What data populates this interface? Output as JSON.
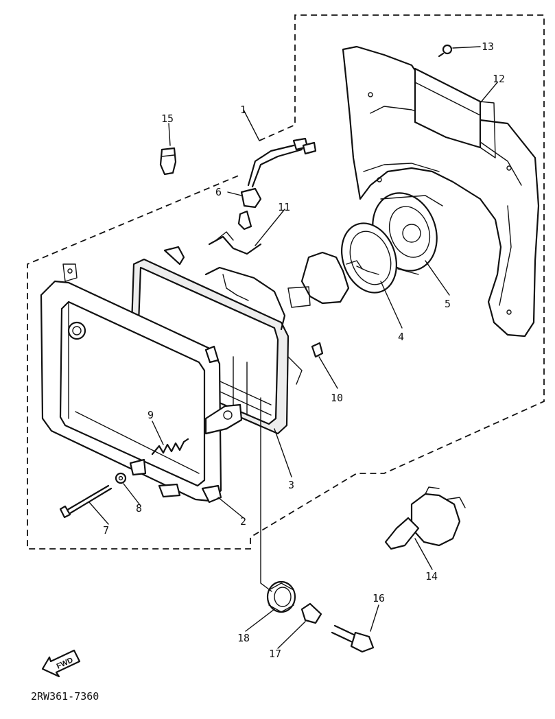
{
  "diagram": {
    "part_code": "2RW361-7360",
    "fwd_label": "FWD",
    "labels": {
      "p1": "1",
      "p2": "2",
      "p3": "3",
      "p4": "4",
      "p5": "5",
      "p6": "6",
      "p7": "7",
      "p8": "8",
      "p9": "9",
      "p10": "10",
      "p11": "11",
      "p12": "12",
      "p13": "13",
      "p14": "14",
      "p15": "15",
      "p16": "16",
      "p17": "17",
      "p18": "18"
    }
  }
}
